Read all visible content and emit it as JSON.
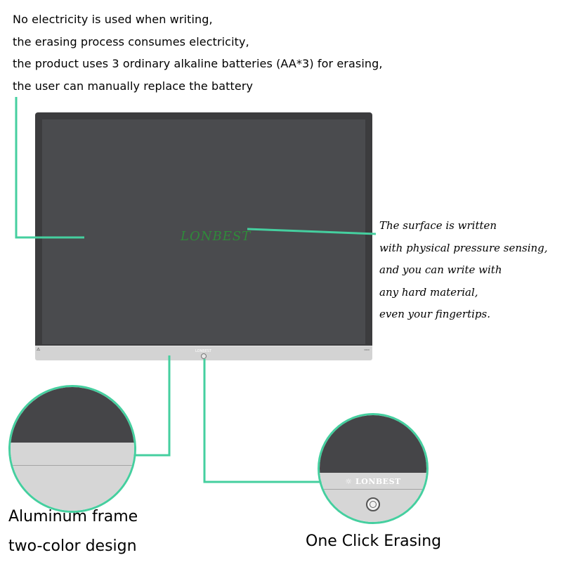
{
  "top_text": [
    "No electricity is used when writing,",
    "the erasing process consumes electricity,",
    "the product uses 3 ordinary alkaline batteries (AA*3) for erasing,",
    "the user can manually replace the battery"
  ],
  "tablet": {
    "logo_text": "LONBEST",
    "strip_brand": "LONBEST"
  },
  "right_text": [
    "The surface is written",
    "with physical pressure sensing,",
    "and you can write with",
    "any hard material,",
    "even your fingertips."
  ],
  "zoom_right": {
    "brand": "LONBEST"
  },
  "captions": {
    "aluminum_frame": "Aluminum frame",
    "two_color": "two-color design",
    "one_click": "One Click Erasing"
  },
  "colors": {
    "accent_line": "#45cf9f",
    "screen": "#4a4b4e",
    "bezel": "#3c3c3e",
    "frame": "#d3d3d3",
    "logo_green": "#2f8a3a"
  }
}
